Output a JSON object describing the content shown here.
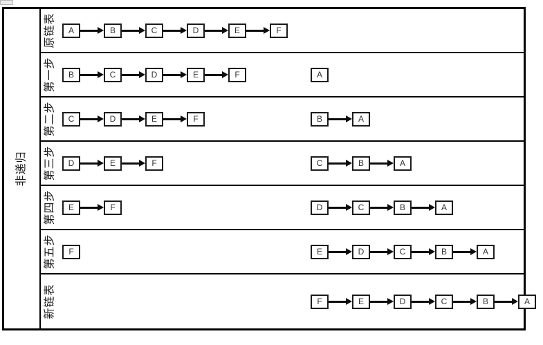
{
  "page": {
    "background_color": "#ffffff",
    "line_color": "#000000"
  },
  "table": {
    "side_label": "非递归",
    "rows": [
      {
        "label": "原链表",
        "left_chain": [
          "A",
          "B",
          "C",
          "D",
          "E",
          "F"
        ],
        "right_chain": []
      },
      {
        "label": "第一步",
        "left_chain": [
          "B",
          "C",
          "D",
          "E",
          "F"
        ],
        "right_chain": [
          "A"
        ]
      },
      {
        "label": "第二步",
        "left_chain": [
          "C",
          "D",
          "E",
          "F"
        ],
        "right_chain": [
          "B",
          "A"
        ]
      },
      {
        "label": "第三步",
        "left_chain": [
          "D",
          "E",
          "F"
        ],
        "right_chain": [
          "C",
          "B",
          "A"
        ]
      },
      {
        "label": "第四步",
        "left_chain": [
          "E",
          "F"
        ],
        "right_chain": [
          "D",
          "C",
          "B",
          "A"
        ]
      },
      {
        "label": "第五步",
        "left_chain": [
          "F"
        ],
        "right_chain": [
          "E",
          "D",
          "C",
          "B",
          "A"
        ]
      },
      {
        "label": "新链表",
        "left_chain": [],
        "right_chain": [
          "F",
          "E",
          "D",
          "C",
          "B",
          "A"
        ]
      }
    ]
  }
}
